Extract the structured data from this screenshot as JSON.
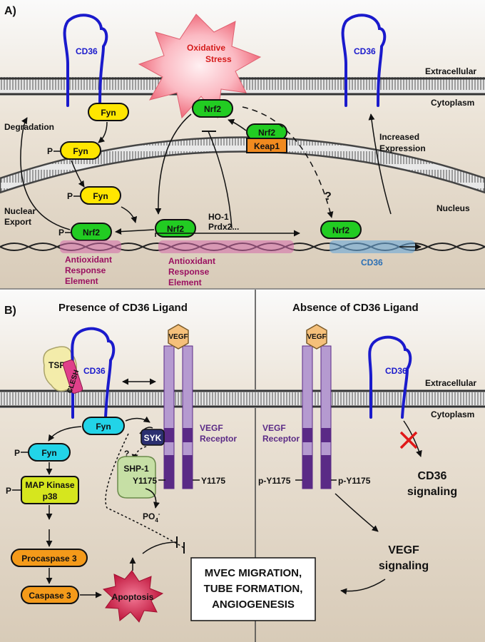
{
  "colors": {
    "fyn": "#ffe600",
    "nrf2": "#22cc22",
    "keap1": "#f08a1f",
    "fyn_b": "#22d4e8",
    "mapk": "#d6e61e",
    "caspase": "#f49a1a",
    "vegf": "#f5c07a",
    "receptor_light": "#b59ad0",
    "receptor_dark": "#5a2a86",
    "syk": "#2b2f70",
    "shp1": "#c6dfa5",
    "tsp1": "#f3ecaa",
    "clesh": "#e0408a",
    "cd36_line": "#1a1acc",
    "are_text": "#9a1060",
    "cd36_gene_text": "#2a6fb5",
    "stress": "#f07080",
    "apoptosis": "#d02450",
    "red_x": "#e01818"
  },
  "panelA": {
    "label": "A)",
    "oxidative_stress": "Oxidative",
    "stress_word": "Stress",
    "extracellular": "Extracellular",
    "cytoplasm": "Cytoplasm",
    "nucleus": "Nucleus",
    "cd36_left": "CD36",
    "cd36_right": "CD36",
    "fyn1": "Fyn",
    "fyn2": "Fyn",
    "fyn3": "Fyn",
    "p1": "P",
    "p2": "P",
    "p3": "P",
    "nrf2_cyto": "Nrf2",
    "nrf2_keap": "Nrf2",
    "keap1": "Keap1",
    "nrf2_export": "Nrf2",
    "nrf2_are": "Nrf2",
    "nrf2_cd36gene": "Nrf2",
    "degradation": "Degradation",
    "nuclear": "Nuclear",
    "export": "Export",
    "increased": "Increased",
    "expression": "Expression",
    "ho1": "HO-1",
    "prdx2": "Prdx2...",
    "question": "?",
    "are1_l1": "Antioxidant",
    "are1_l2": "Response",
    "are1_l3": "Element",
    "are2_l1": "Antioxidant",
    "are2_l2": "Response",
    "are2_l3": "Element",
    "cd36_gene": "CD36"
  },
  "panelB": {
    "label": "B)",
    "presence_title": "Presence of CD36 Ligand",
    "absence_title": "Absence of CD36 Ligand",
    "extracellular": "Extracellular",
    "cytoplasm": "Cytoplasm",
    "vegf_left": "VEGF",
    "vegf_right": "VEGF",
    "tsp1": "TSP1",
    "clesh": "CLESH",
    "cd36_left": "CD36",
    "cd36_right": "CD36",
    "fyn1": "Fyn",
    "fyn2": "Fyn",
    "p_fyn": "P",
    "p_mapk": "P",
    "mapk_l1": "MAP Kinase",
    "mapk_l2": "p38",
    "procaspase": "Procaspase 3",
    "caspase": "Caspase 3",
    "apoptosis": "Apoptosis",
    "syk": "SYK",
    "shp1": "SHP-1",
    "q": "?",
    "y1175_left": "Y1175",
    "y1175_right": "Y1175",
    "po4": "PO",
    "po4_sub": "4",
    "po4_sup": "-",
    "vegf_receptor_l1": "VEGF",
    "vegf_receptor_l2": "Receptor",
    "vegf_receptor2_l1": "VEGF",
    "vegf_receptor2_l2": "Receptor",
    "py1175_left": "p-Y1175",
    "py1175_right": "p-Y1175",
    "cd36_signaling_l1": "CD36",
    "cd36_signaling_l2": "signaling",
    "vegf_signaling_l1": "VEGF",
    "vegf_signaling_l2": "signaling",
    "box_l1": "MVEC MIGRATION,",
    "box_l2": "TUBE FORMATION,",
    "box_l3": "ANGIOGENESIS"
  }
}
